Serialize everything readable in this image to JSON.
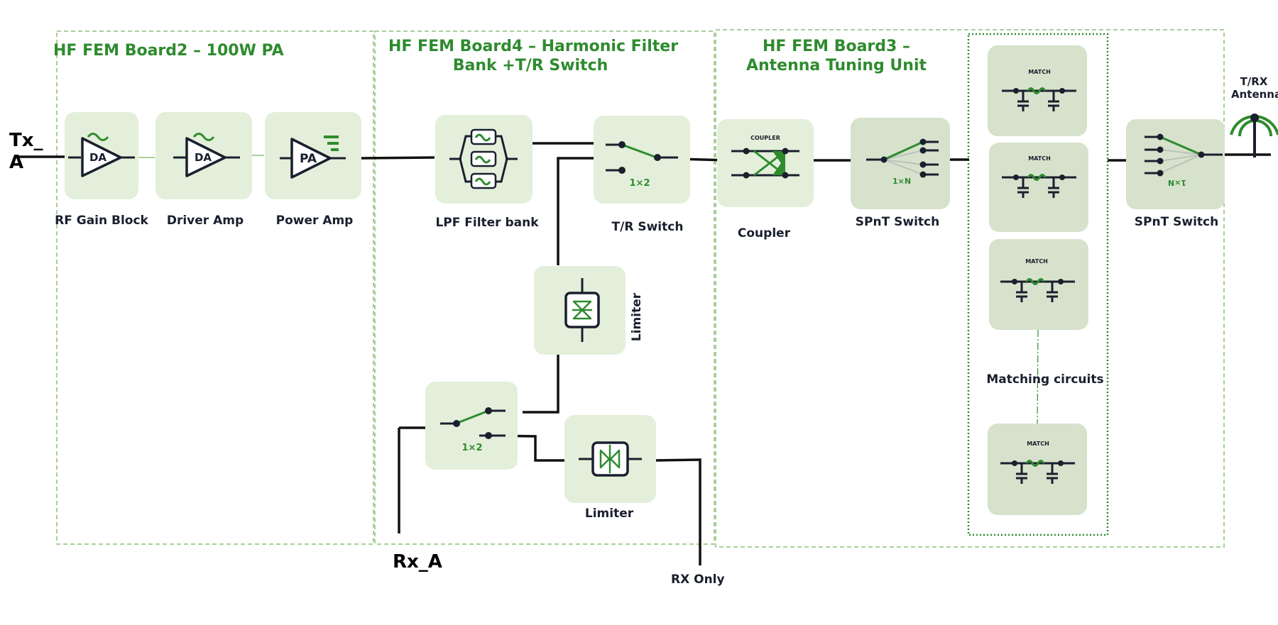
{
  "boards": {
    "pa": {
      "title": "HF FEM Board2 – 100W PA"
    },
    "filter": {
      "title_line1": "HF FEM Board4 – Harmonic Filter",
      "title_line2": "Bank +T/R Switch"
    },
    "atu": {
      "title_line1": "HF FEM Board3 –",
      "title_line2": "Antenna Tuning Unit"
    }
  },
  "ports": {
    "tx_line1": "Tx_",
    "tx_line2": "A",
    "rx": "Rx_A",
    "rx_only": "RX Only",
    "antenna_line1": "T/RX",
    "antenna_line2": "Antenna"
  },
  "blocks": {
    "rf_gain": {
      "label": "RF Gain Block",
      "symbol": "DA"
    },
    "driver": {
      "label": "Driver Amp",
      "symbol": "DA"
    },
    "power": {
      "label": "Power Amp",
      "symbol": "PA"
    },
    "lpf": {
      "label": "LPF Filter bank"
    },
    "tr_switch": {
      "label": "T/R Switch",
      "ratio": "1×2"
    },
    "limiter_vertical": {
      "label": "Limiter"
    },
    "rx_switch": {
      "ratio": "1×2"
    },
    "limiter_rx": {
      "label": "Limiter"
    },
    "coupler": {
      "label": "Coupler",
      "inner_text": "COUPLER"
    },
    "spnt_in": {
      "label": "SPnT Switch",
      "ratio": "1×N"
    },
    "matching": {
      "label": "Matching circuits",
      "items": [
        {
          "inner_text": "MATCH"
        },
        {
          "inner_text": "MATCH"
        },
        {
          "inner_text": "MATCH"
        },
        {
          "inner_text": "MATCH"
        }
      ]
    },
    "spnt_out": {
      "label": "SPnT Switch",
      "ratio": "1×N"
    }
  },
  "colors": {
    "accent_green": "#2e8b2e",
    "block_fill": "#e3efda",
    "block_fill_dark": "#d6e2cc",
    "ink": "#1a1f2e"
  }
}
